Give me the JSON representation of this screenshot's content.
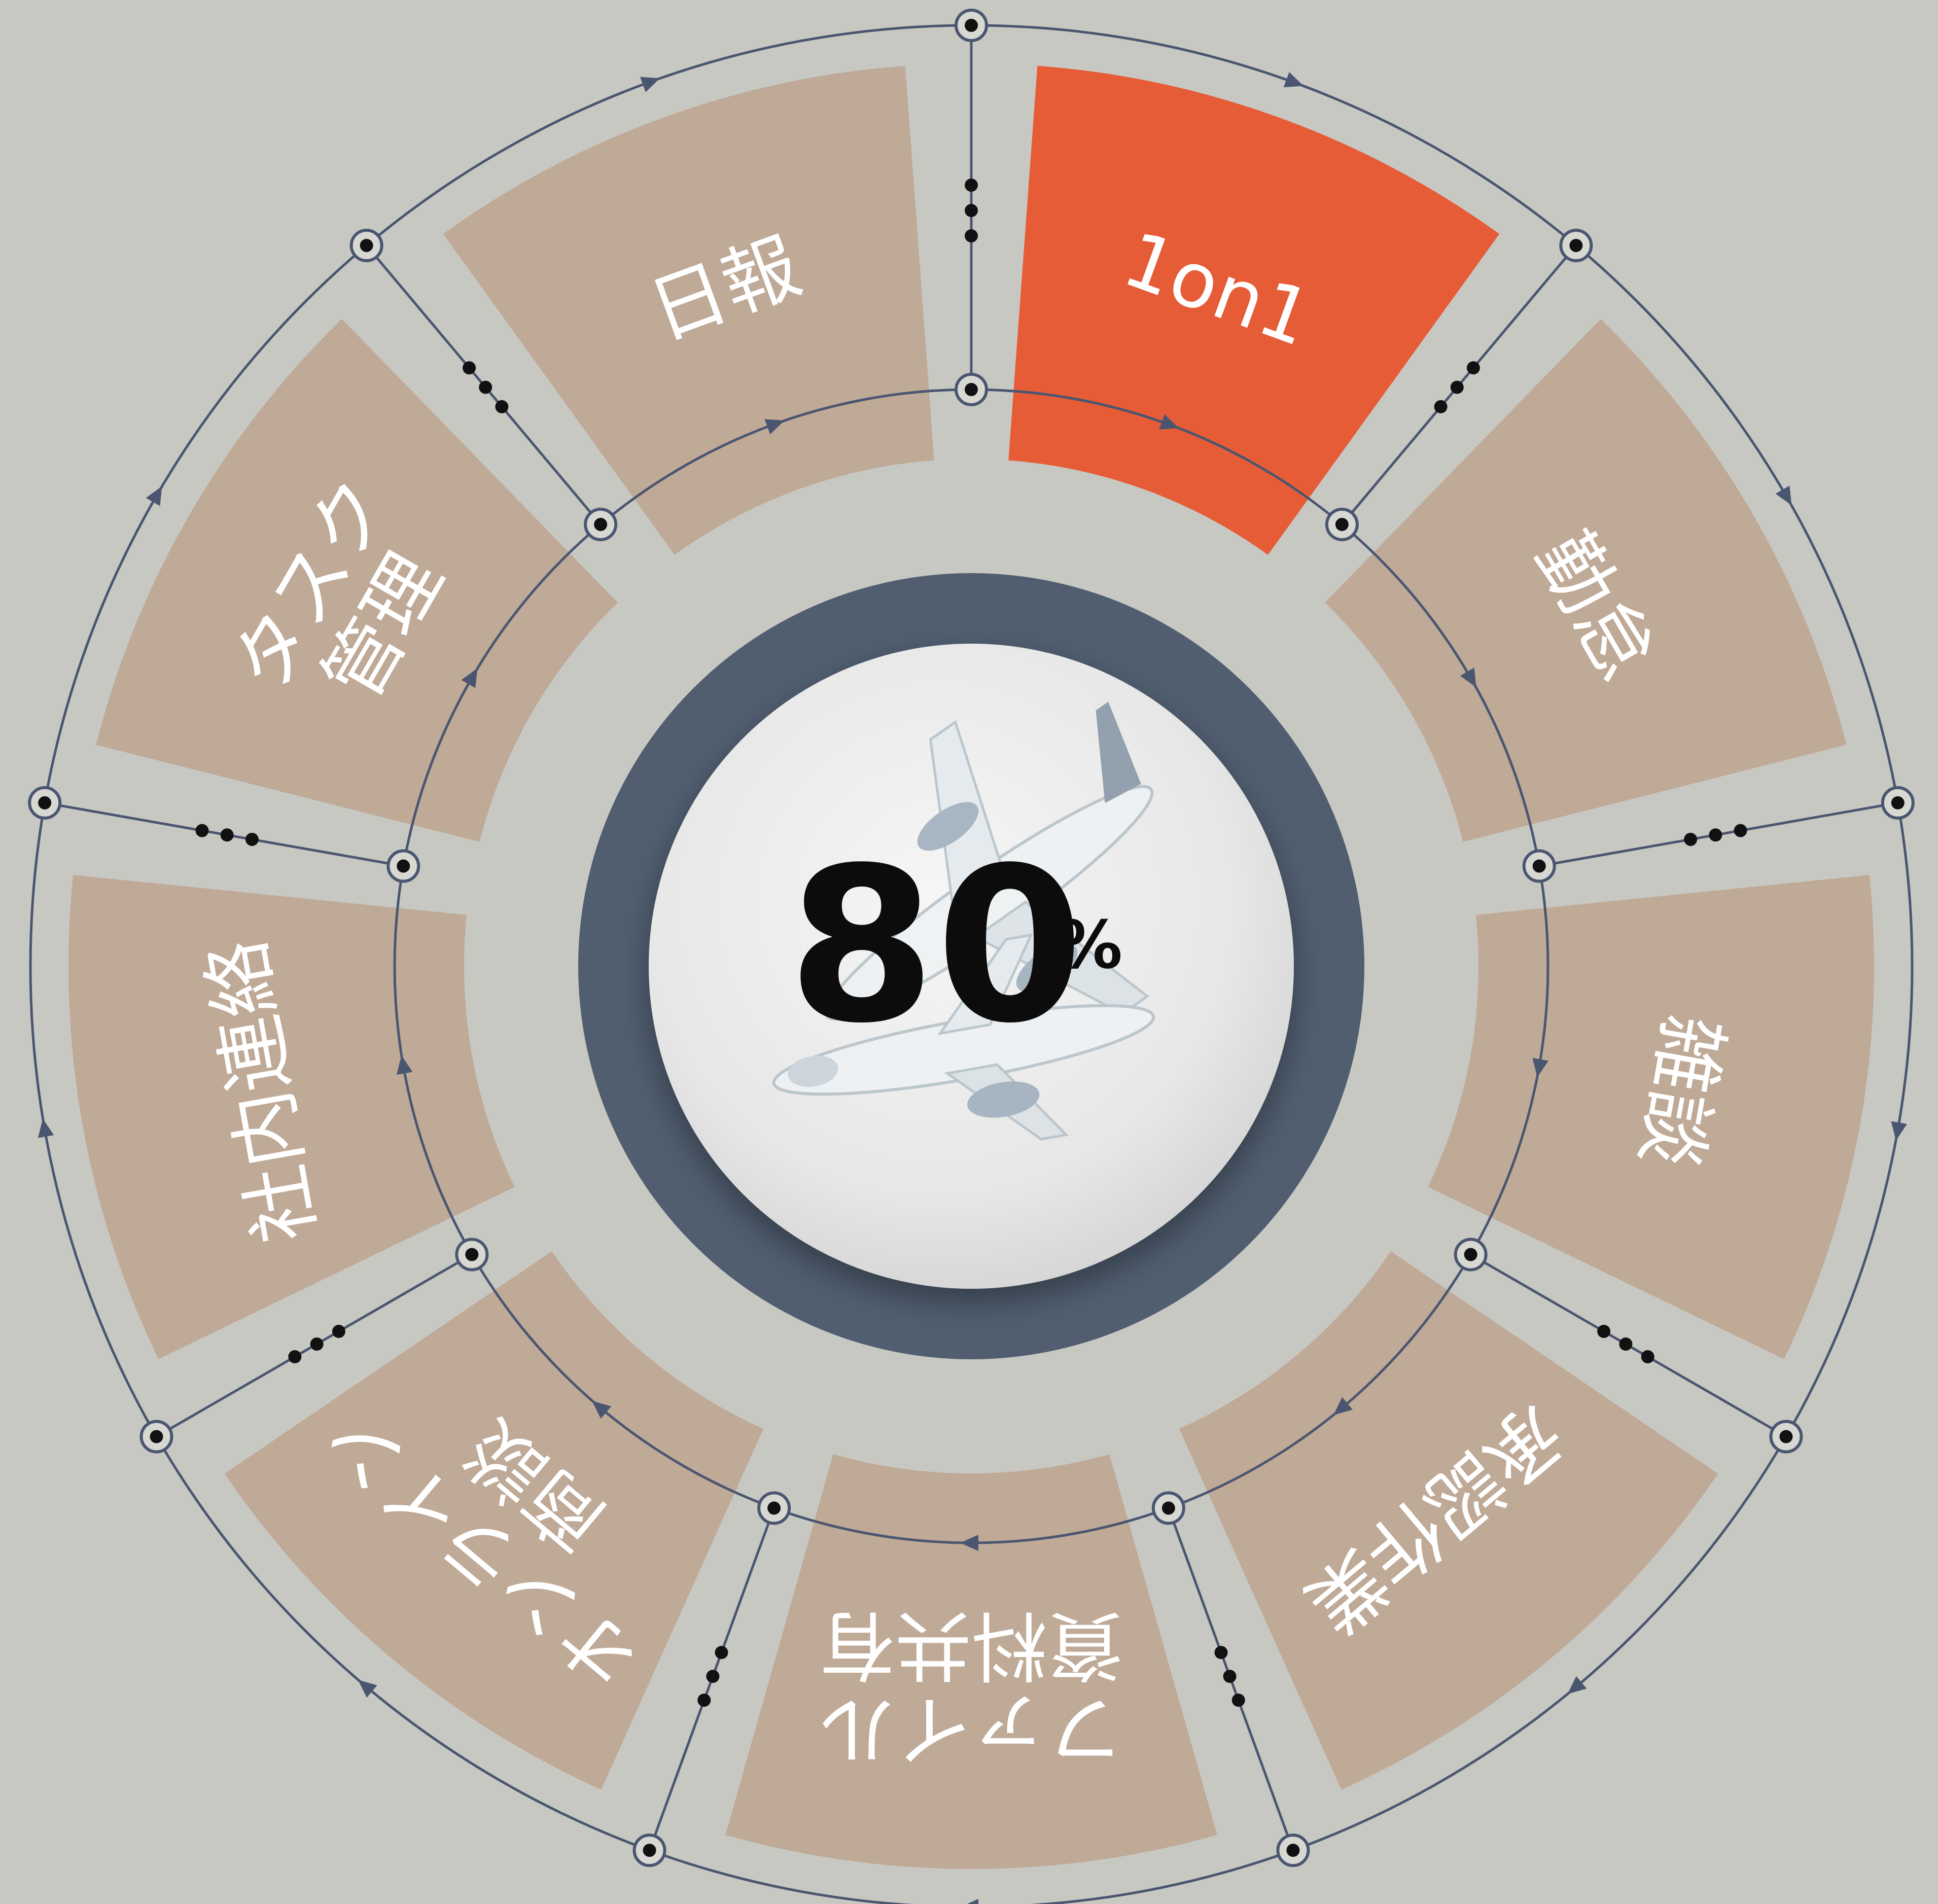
{
  "center": {
    "value": "80",
    "unit": "%",
    "icon": "airplane-icon"
  },
  "colors": {
    "background": "#c8c8c3",
    "segment": "#bfa997",
    "active_segment": "#e65c37",
    "ring": "#505e70",
    "line": "#4a5670",
    "text": "#ffffff"
  },
  "segments": [
    {
      "label": "1on1",
      "active": true
    },
    {
      "label": "勤怠",
      "active": false
    },
    {
      "label": "雑談",
      "active": false
    },
    {
      "label": "承認作業",
      "active": false
    },
    {
      "label": "ファイル 資料共有",
      "active": false
    },
    {
      "label": "オンライン 商談",
      "active": false
    },
    {
      "label": "社内連絡",
      "active": false
    },
    {
      "label": "タスク 管理",
      "active": false
    },
    {
      "label": "日報",
      "active": false
    }
  ]
}
